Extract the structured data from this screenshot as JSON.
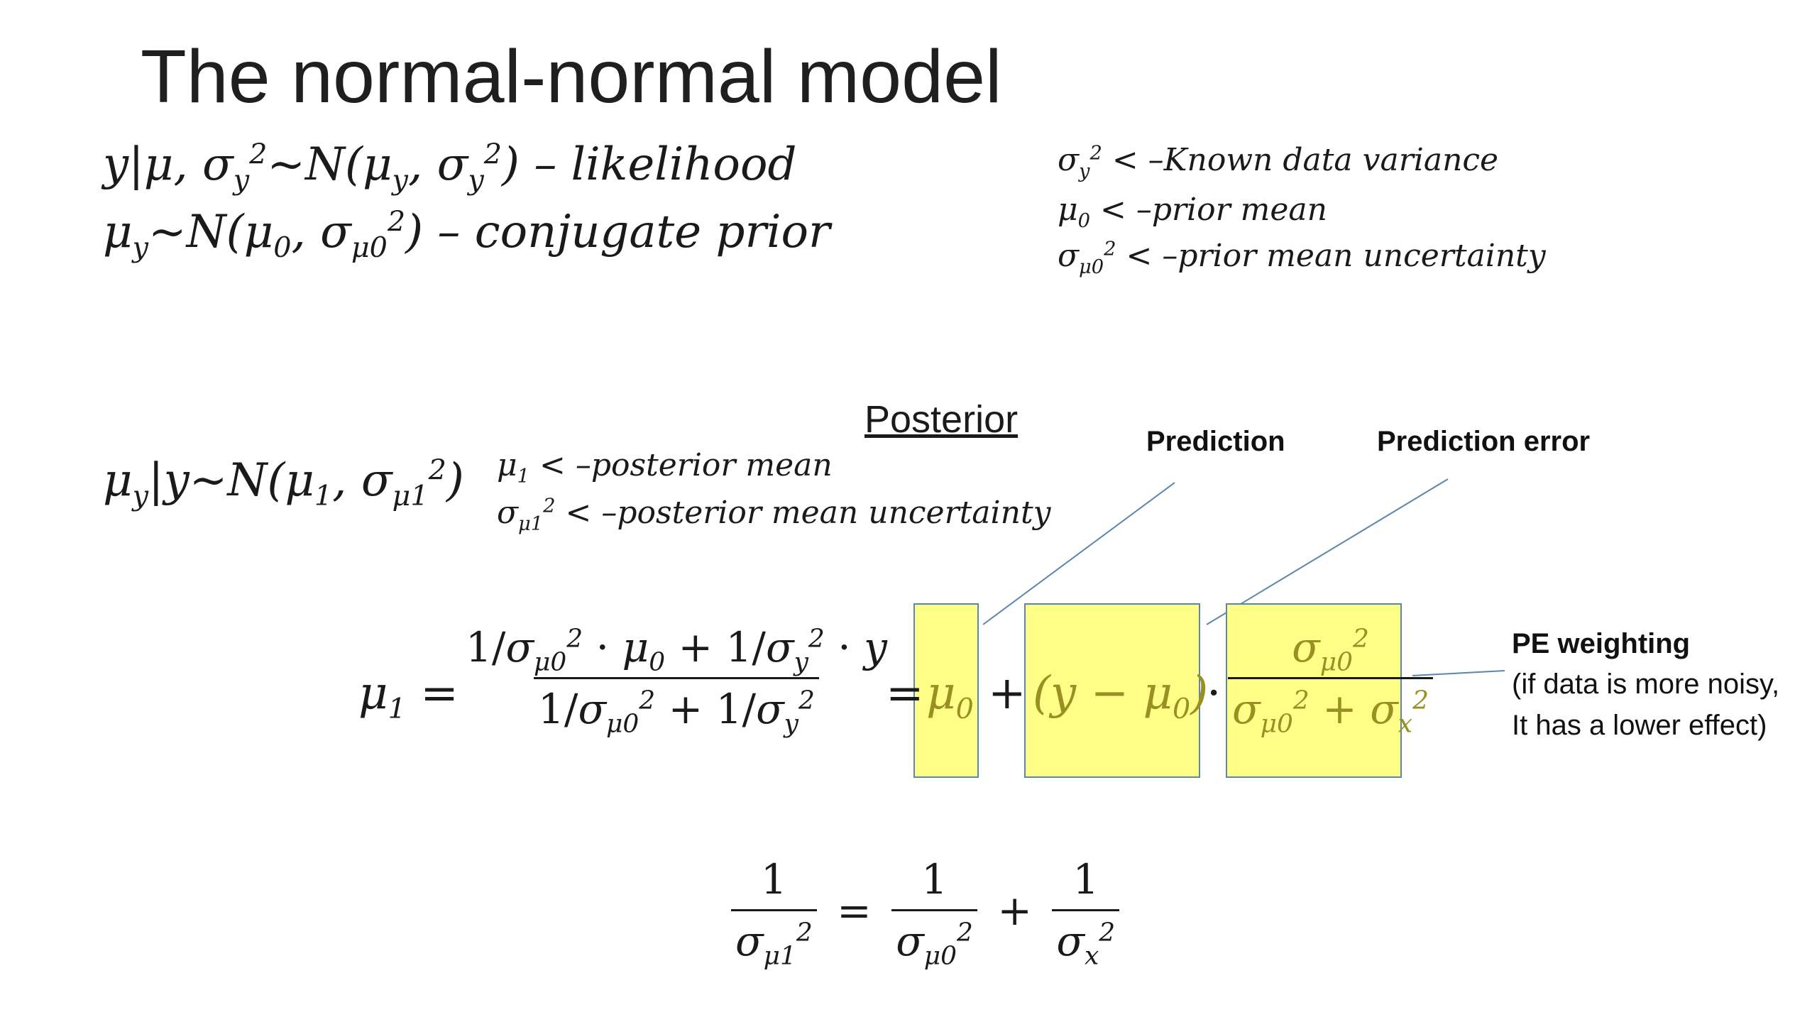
{
  "title": "The normal-normal model",
  "model": {
    "likelihood_text": "– likelihood",
    "prior_text": "– conjugate prior"
  },
  "definitions": {
    "data_variance": "< –Known data variance",
    "prior_mean": "< –prior mean",
    "prior_mean_uncertainty": "< –prior mean uncertainty"
  },
  "posterior": {
    "heading": "Posterior",
    "posterior_mean": "< –posterior mean",
    "posterior_mean_uncertainty": "< –posterior mean uncertainty"
  },
  "annotations": {
    "prediction": "Prediction",
    "prediction_error": "Prediction error",
    "pe_weighting_title": "PE weighting",
    "pe_weighting_line1": "(if data is more noisy,",
    "pe_weighting_line2": "It has a lower effect)"
  },
  "colors": {
    "highlight": "#ffff88",
    "box_border": "#5b86b0",
    "callout_line": "#5b86b0"
  }
}
